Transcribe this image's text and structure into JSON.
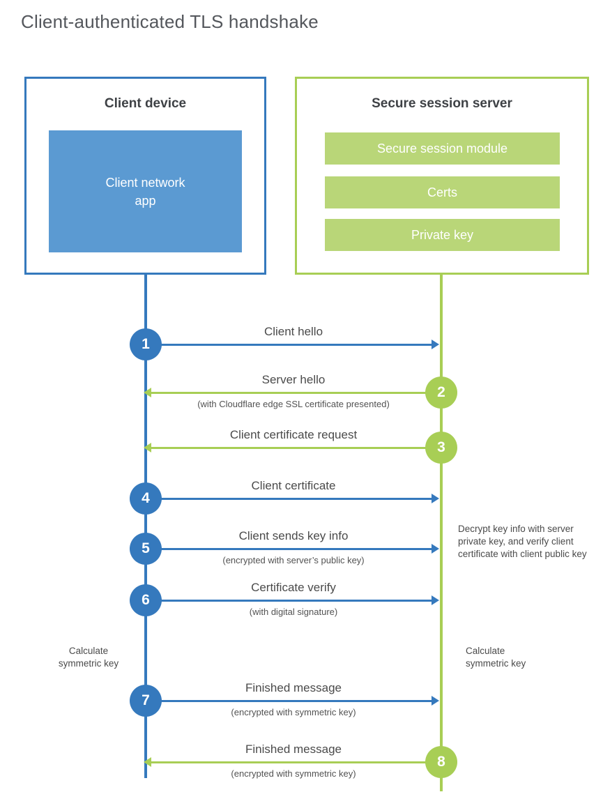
{
  "title": "Client-authenticated TLS handshake",
  "client": {
    "title": "Client device",
    "app_label": "Client network app"
  },
  "server": {
    "title": "Secure session server",
    "modules": [
      "Secure session module",
      "Certs",
      "Private key"
    ]
  },
  "steps": [
    {
      "num": "1",
      "label": "Client hello"
    },
    {
      "num": "2",
      "label": "Server hello",
      "sublabel": "(with Cloudflare edge SSL certificate presented)"
    },
    {
      "num": "3",
      "label": "Client certificate request"
    },
    {
      "num": "4",
      "label": "Client certificate"
    },
    {
      "num": "5",
      "label": "Client sends key info",
      "sublabel": "(encrypted with server’s public key)"
    },
    {
      "num": "6",
      "label": "Certificate verify",
      "sublabel": "(with digital signature)"
    },
    {
      "num": "7",
      "label": "Finished message",
      "sublabel": "(encrypted with symmetric key)"
    },
    {
      "num": "8",
      "label": "Finished message",
      "sublabel": "(encrypted with symmetric key)"
    }
  ],
  "notes": {
    "decrypt": "Decrypt key info with server private key, and verify client certificate with client public key",
    "calc_left": "Calculate symmetric key",
    "calc_right": "Calculate symmetric key"
  },
  "colors": {
    "blue": "#3579bd",
    "blue_fill": "#5b9ad2",
    "green": "#a8ce55",
    "green_fill": "#b9d678"
  }
}
